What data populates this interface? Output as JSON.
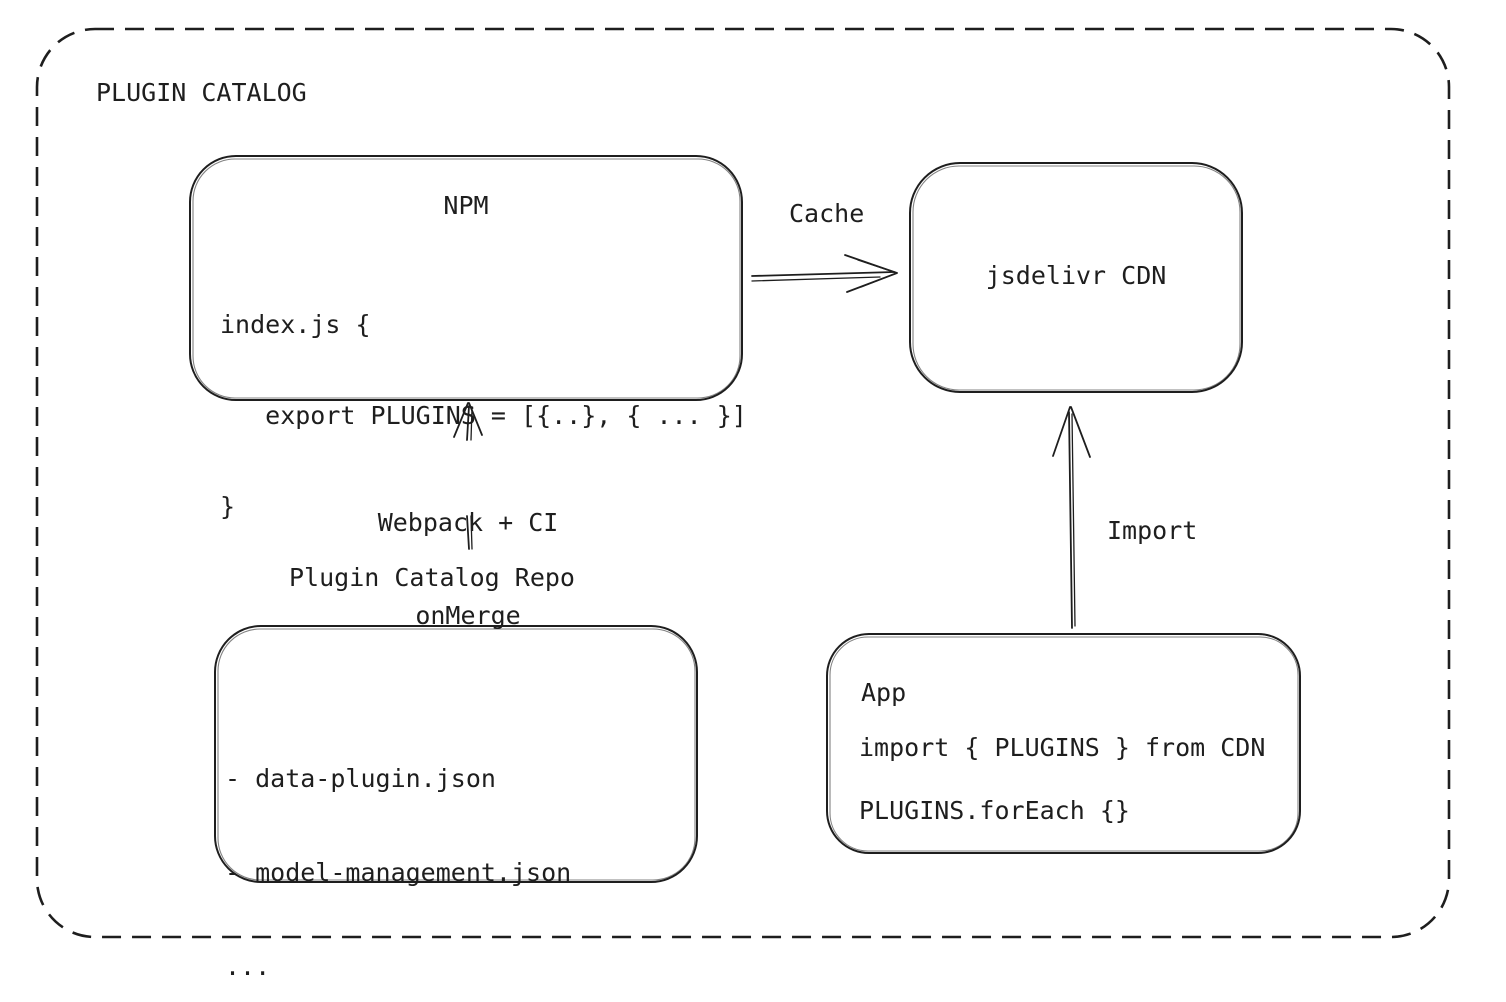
{
  "canvas": {
    "background": "#ffffff",
    "ink": "#1e1e1e"
  },
  "frame": {
    "title": "PLUGIN CATALOG"
  },
  "nodes": {
    "npm": {
      "title": "NPM",
      "code": [
        "index.js {",
        "   export PLUGINS = [{..}, { ... }]",
        "}"
      ]
    },
    "cdn": {
      "title": "jsdelivr CDN"
    },
    "repo": {
      "heading": "Plugin Catalog Repo",
      "files": [
        "- data-plugin.json",
        "- model-management.json",
        "..."
      ]
    },
    "app": {
      "title": "App",
      "code": [
        "import { PLUGINS } from CDN",
        "PLUGINS.forEach {}"
      ]
    }
  },
  "edges": {
    "cache": {
      "label": "Cache",
      "from": "NPM",
      "to": "jsdelivr CDN"
    },
    "build": {
      "label_line1": "Webpack + CI",
      "label_line2": "onMerge",
      "from": "Plugin Catalog Repo",
      "to": "NPM"
    },
    "import": {
      "label": "Import",
      "from": "App",
      "to": "jsdelivr CDN"
    }
  }
}
